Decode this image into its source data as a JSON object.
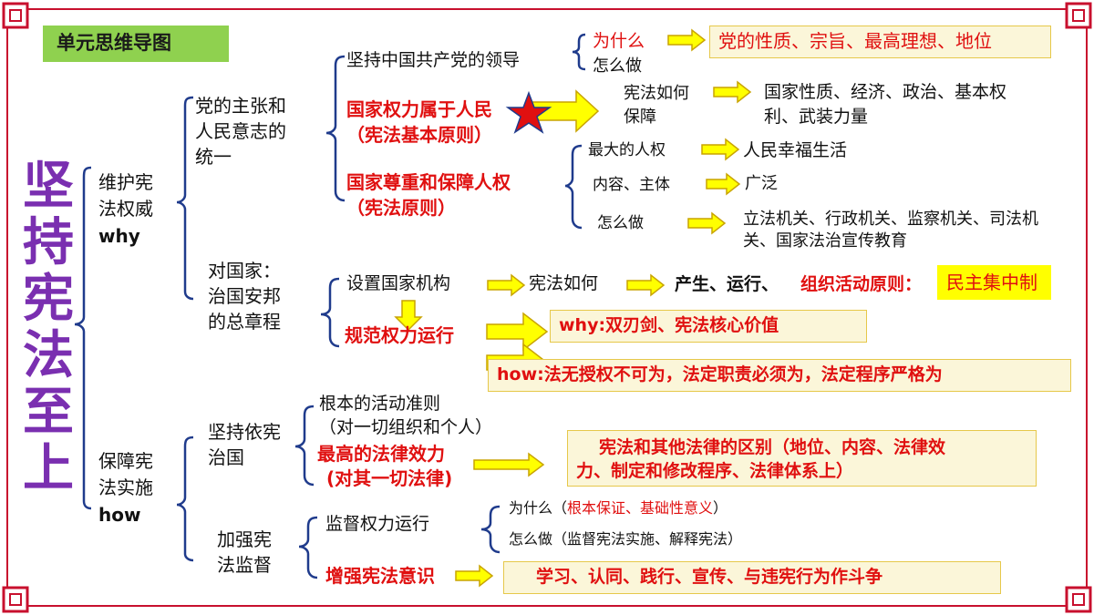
{
  "badge": "单元思维导图",
  "main_title": "坚持宪法至上",
  "branch1": {
    "l1": "维护宪",
    "l2": "法权威",
    "l3": "why"
  },
  "branch2": {
    "l1": "保障宪",
    "l2": "法实施",
    "l3": "how"
  },
  "n_party_will": {
    "l1": "党的主张和",
    "l2": "人民意志的",
    "l3": "统一"
  },
  "n_state_rule": {
    "l1": "对国家：",
    "l2": "治国安邦",
    "l3": "的总章程"
  },
  "n_adhere_rule": {
    "l1": "坚持依宪",
    "l2": "治国"
  },
  "n_strengthen_supervision": {
    "l1": "加强宪",
    "l2": "法监督"
  },
  "leadership": "坚持中国共产党的领导",
  "why_q": "为什么",
  "how_q": "怎么做",
  "party_nature": "党的性质、宗旨、最高理想、地位",
  "power_people": {
    "l1": "国家权力属于人民",
    "l2": "（宪法基本原则）"
  },
  "respect_rights": {
    "l1": "国家尊重和保障人权",
    "l2": "（宪法原则）"
  },
  "how_guarantee": {
    "l1": "宪法如何",
    "l2": "保障"
  },
  "guarantee_content": {
    "l1": "国家性质、经济、政治、基本权",
    "l2": "利、武装力量"
  },
  "biggest_right": "最大的人权",
  "happy_life": "人民幸福生活",
  "content_subject": "内容、主体",
  "broad": "广泛",
  "how_do": "怎么做",
  "organs": {
    "l1": "立法机关、行政机关、监察机关、司法机",
    "l2": "关、国家法治宣传教育"
  },
  "set_organs": "设置国家机构",
  "const_how": "宪法如何",
  "produce_run": "产生、运行、",
  "org_principle": "组织活动原则：",
  "democratic_centralism": "民主集中制",
  "regulate_power": "规范权力运行",
  "why_double": "why:双刃剑、宪法核心价值",
  "how_law": "how:法无授权不可为，法定职责必须为，法定程序严格为",
  "fundamental_norm": {
    "l1": "根本的活动准则",
    "l2": "（对一切组织和个人）"
  },
  "highest_effect": {
    "l1": "最高的法律效力",
    "l2": "(对其一切法律)"
  },
  "difference": {
    "l1": "宪法和其他法律的区别（地位、内容、法律效",
    "l2": "力、制定和修改程序、法律体系上）"
  },
  "supervise_power": "监督权力运行",
  "why_sup_label": "为什么（",
  "why_sup_red": "根本保证、基础性意义",
  "why_sup_end": "）",
  "how_sup": "怎么做（监督宪法实施、解释宪法）",
  "const_awareness": "增强宪法意识",
  "study_actions": "学习、认同、践行、宣传、与违宪行为作斗争",
  "colors": {
    "red": "#e01010",
    "title_purple": "#7a2fb0",
    "badge_green": "#8fd14f",
    "arrow_yellow": "#ffff00",
    "frame_red": "#c8102e",
    "brace_blue": "#1f3b8c"
  }
}
